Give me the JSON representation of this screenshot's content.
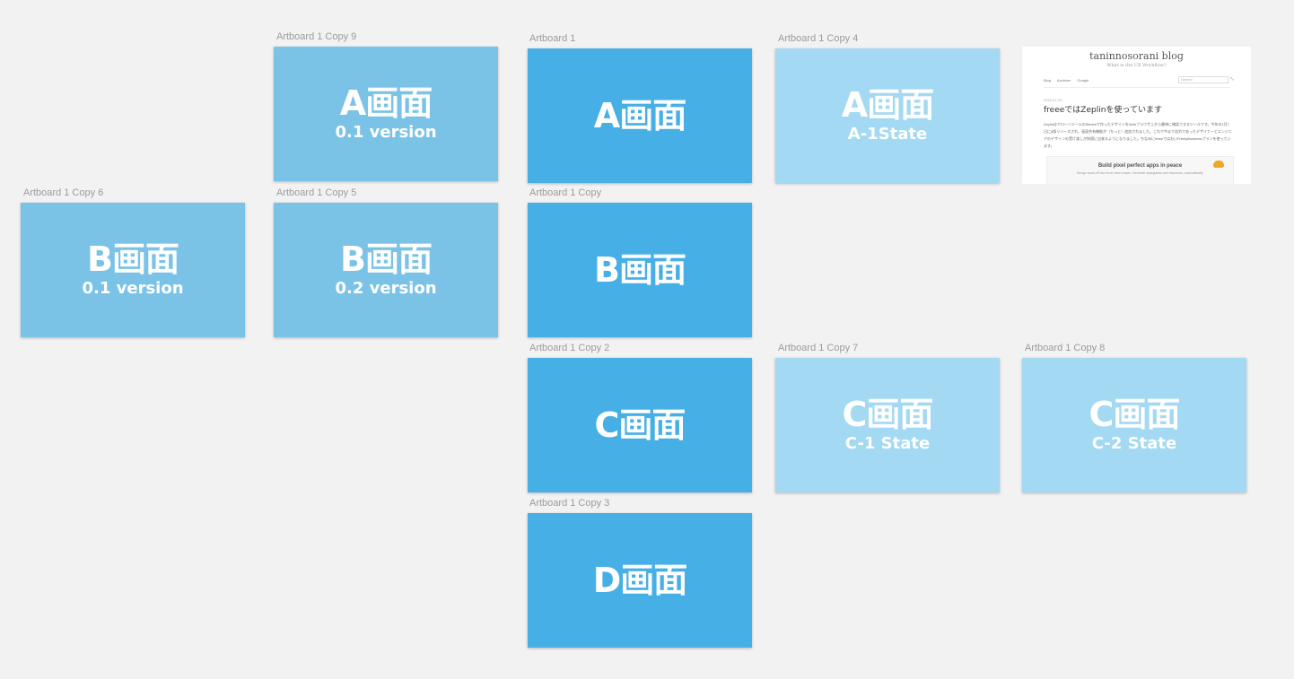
{
  "artboards": [
    {
      "label": "Artboard 1 Copy 9",
      "title": "A画面",
      "subtitle": "0.1 version"
    },
    {
      "label": "Artboard 1",
      "title": "A画面",
      "subtitle": ""
    },
    {
      "label": "Artboard 1 Copy 4",
      "title": "A画面",
      "subtitle": "A-1State"
    },
    {
      "label": "Artboard 1 Copy 6",
      "title": "B画面",
      "subtitle": "0.1 version"
    },
    {
      "label": "Artboard 1 Copy 5",
      "title": "B画面",
      "subtitle": "0.2 version"
    },
    {
      "label": "Artboard 1 Copy",
      "title": "B画面",
      "subtitle": ""
    },
    {
      "label": "Artboard 1 Copy 2",
      "title": "C画面",
      "subtitle": ""
    },
    {
      "label": "Artboard 1 Copy 7",
      "title": "C画面",
      "subtitle": "C-1 State"
    },
    {
      "label": "Artboard 1 Copy 8",
      "title": "C画面",
      "subtitle": "C-2 State"
    },
    {
      "label": "Artboard 1 Copy 3",
      "title": "D画面",
      "subtitle": ""
    }
  ],
  "blog_preview": {
    "title": "taninnosorani blog",
    "tagline": "What is the UX Workflow?",
    "nav": [
      "Blog",
      "Archives",
      "Google"
    ],
    "search_placeholder": "Search",
    "date": "2015-07-09",
    "post_title": "freeeではZeplinを使っています",
    "body": "ZeplinはクローンツールのSketchで作ったデザインをWebブラウザ上から簡単に確認できるツールです。今年の1月7日にβ版リリースされ、画面共有機能が（ちっと）追加されました。これで今まで苦労であったデザイナーとエンジニアのデザインの受け渡しが快適に出来るようになりました。ちなみにfreeeではおいFreelyBusinessプランを使っています。",
    "body_links": [
      "Zeplin",
      "Sketch",
      "β版リリース",
      "画面共有機能"
    ],
    "ad_title": "Build pixel perfect apps in peace",
    "ad_sub": "Design hand-off has never been easier. Generate styleguides and resources, automatically."
  },
  "colors": {
    "mid": "#7ac3e7",
    "dark": "#46afe6",
    "light": "#a3d9f2",
    "canvas": "#f2f2f2"
  }
}
